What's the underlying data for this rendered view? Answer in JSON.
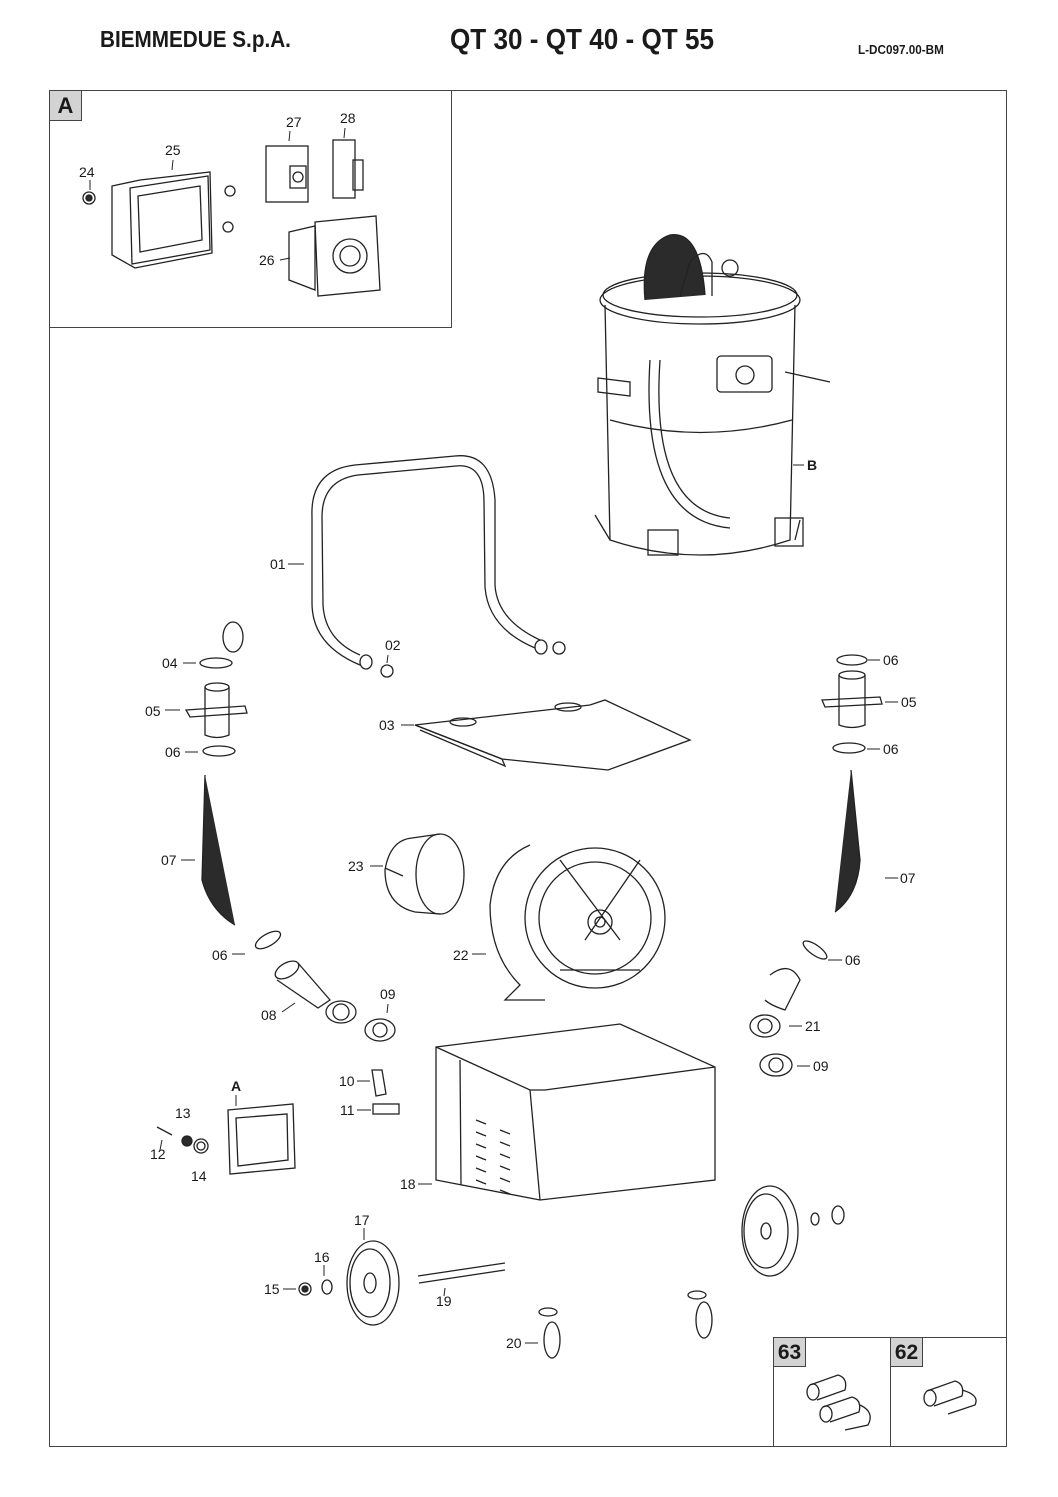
{
  "header": {
    "company": "BIEMMEDUE S.p.A.",
    "models": "QT 30 - QT 40 - QT 55",
    "document_code": "L-DC097.00-BM"
  },
  "panels": {
    "detail_a": {
      "tag": "A"
    },
    "kit_63": {
      "tag": "63"
    },
    "kit_62": {
      "tag": "62"
    }
  },
  "callouts": {
    "p01": "01",
    "p02": "02",
    "p03": "03",
    "p04": "04",
    "p05_left": "05",
    "p05_right": "05",
    "p06_left_top": "06",
    "p06_left_bottom": "06",
    "p06_right_top": "06",
    "p06_right_mid": "06",
    "p06_right_bottom": "06",
    "p07_left": "07",
    "p07_right": "07",
    "p08": "08",
    "p09_left": "09",
    "p09_right": "09",
    "p10": "10",
    "p11": "11",
    "p12": "12",
    "p13": "13",
    "p14": "14",
    "p15": "15",
    "p16": "16",
    "p17": "17",
    "p18": "18",
    "p19": "19",
    "p20": "20",
    "p21": "21",
    "p22": "22",
    "p23": "23",
    "p24": "24",
    "p25": "25",
    "p26": "26",
    "p27": "27",
    "p28": "28",
    "assembly_a": "A",
    "assembly_b": "B"
  }
}
